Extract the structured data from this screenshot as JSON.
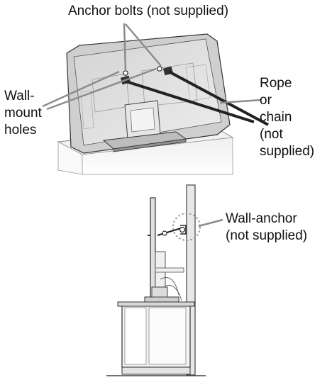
{
  "labels": {
    "anchor_bolts": "Anchor bolts (not supplied)",
    "wall_mount_holes": "Wall-\nmount\nholes",
    "rope_or_chain": "Rope\nor\nchain\n(not\nsupplied)",
    "wall_anchor": "Wall-anchor\n(not supplied)"
  },
  "colors": {
    "leader": "#8c8c8c",
    "rope": "#222222",
    "tv_back": "#dcdcdc",
    "outline": "#333333"
  }
}
